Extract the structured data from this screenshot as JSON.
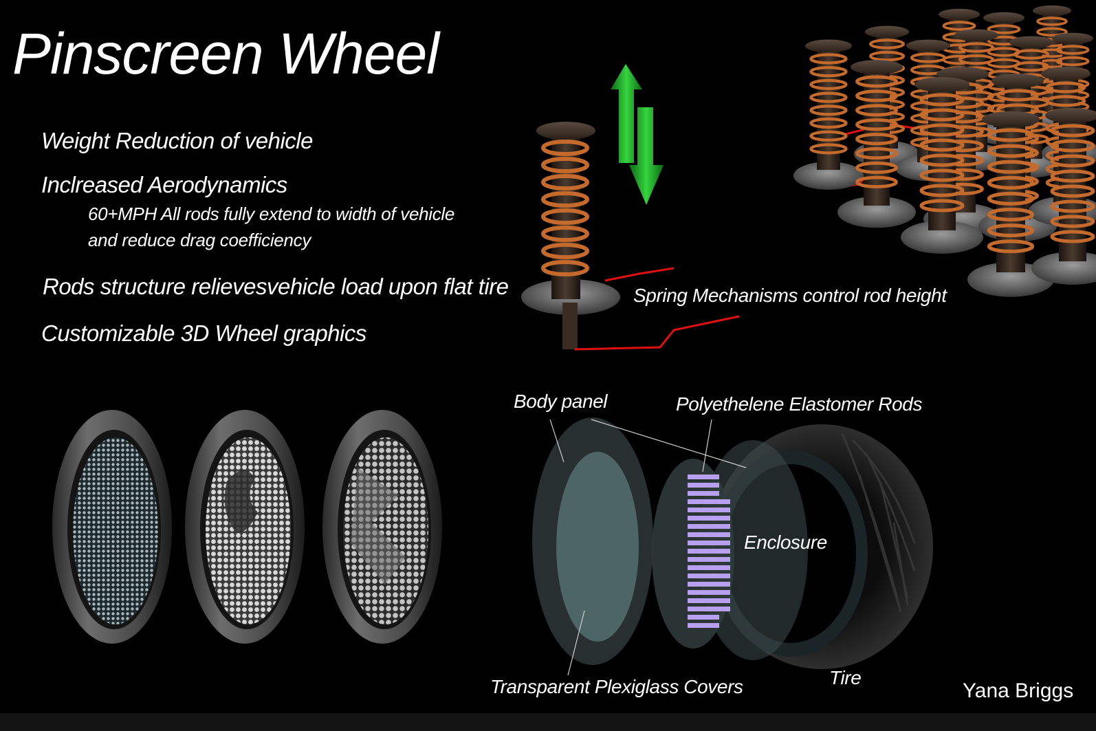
{
  "title": "Pinscreen Wheel",
  "bullets": {
    "b1": "Weight Reduction of vehicle",
    "b2": "Inclreased Aerodynamics",
    "b2_sub1": "60+MPH All rods fully extend to width of vehicle",
    "b2_sub2": "and reduce drag coefficiency",
    "b3": "Rods structure relievesvehicle  load upon flat tire",
    "b4": "Customizable 3D Wheel graphics"
  },
  "labels": {
    "spring": "Spring Mechanisms control rod height",
    "body_panel": "Body panel",
    "rods": "Polyethelene Elastomer Rods",
    "enclosure": "Enclosure",
    "tire": "Tire",
    "covers": "Transparent Plexiglass Covers"
  },
  "author": "Yana Briggs",
  "colors": {
    "background": "#000000",
    "spring_coil": "#c46a2c",
    "arrow_green": "#1fae2a",
    "red_line": "#e01010",
    "rod_violet": "#b8a0f0"
  },
  "icons": [
    "up-down-arrows-icon"
  ]
}
